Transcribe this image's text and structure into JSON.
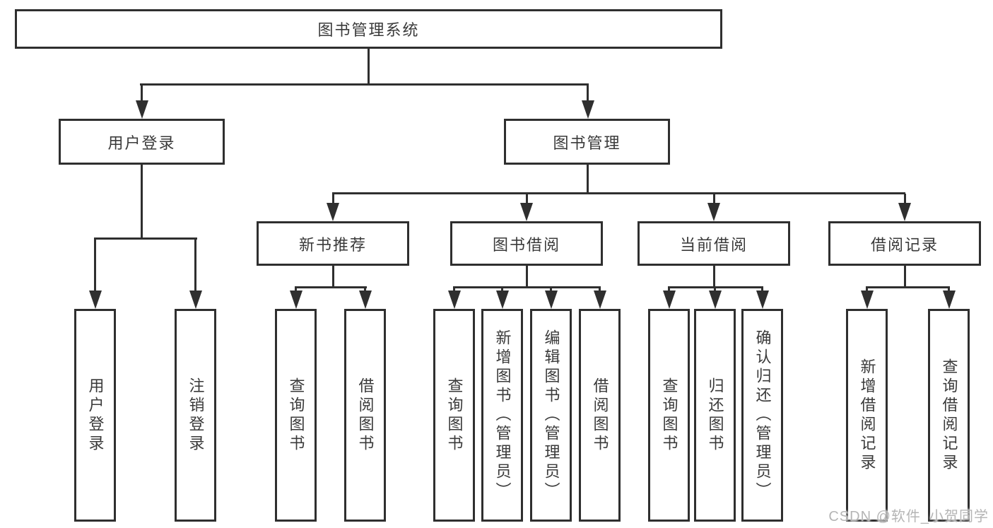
{
  "diagram": {
    "title_node": "图书管理系统",
    "nodes": {
      "root": {
        "label": "图书管理系统"
      },
      "user_login": {
        "label": "用户登录"
      },
      "book_mgmt": {
        "label": "图书管理"
      },
      "new_book_rec": {
        "label": "新书推荐"
      },
      "book_borrow": {
        "label": "图书借阅"
      },
      "current_borrow": {
        "label": "当前借阅"
      },
      "borrow_record": {
        "label": "借阅记录"
      },
      "leaf_user_login": {
        "label": "用户登录"
      },
      "leaf_logout": {
        "label": "注销登录"
      },
      "leaf_query_book_1": {
        "label": "查询图书"
      },
      "leaf_borrow_book_1": {
        "label": "借阅图书"
      },
      "leaf_query_book_2": {
        "label": "查询图书"
      },
      "leaf_add_book": {
        "label": "新增图书（管理员）"
      },
      "leaf_edit_book": {
        "label": "编辑图书（管理员）"
      },
      "leaf_borrow_book_2": {
        "label": "借阅图书"
      },
      "leaf_query_book_3": {
        "label": "查询图书"
      },
      "leaf_return_book": {
        "label": "归还图书"
      },
      "leaf_confirm_return": {
        "label": "确认归还（管理员）"
      },
      "leaf_add_record": {
        "label": "新增借阅记录"
      },
      "leaf_query_record": {
        "label": "查询借阅记录"
      }
    },
    "hierarchy": {
      "图书管理系统": {
        "用户登录": [
          "用户登录",
          "注销登录"
        ],
        "图书管理": {
          "新书推荐": [
            "查询图书",
            "借阅图书"
          ],
          "图书借阅": [
            "查询图书",
            "新增图书（管理员）",
            "编辑图书（管理员）",
            "借阅图书"
          ],
          "当前借阅": [
            "查询图书",
            "归还图书",
            "确认归还（管理员）"
          ],
          "借阅记录": [
            "新增借阅记录",
            "查询借阅记录"
          ]
        }
      }
    },
    "watermark": "CSDN @软件_小贺同学",
    "colors": {
      "line": "#2f2f2f",
      "text": "#3a3a3a",
      "box_fill": "#ffffff",
      "watermark": "#b5b5b5",
      "background": "#ffffff"
    }
  }
}
